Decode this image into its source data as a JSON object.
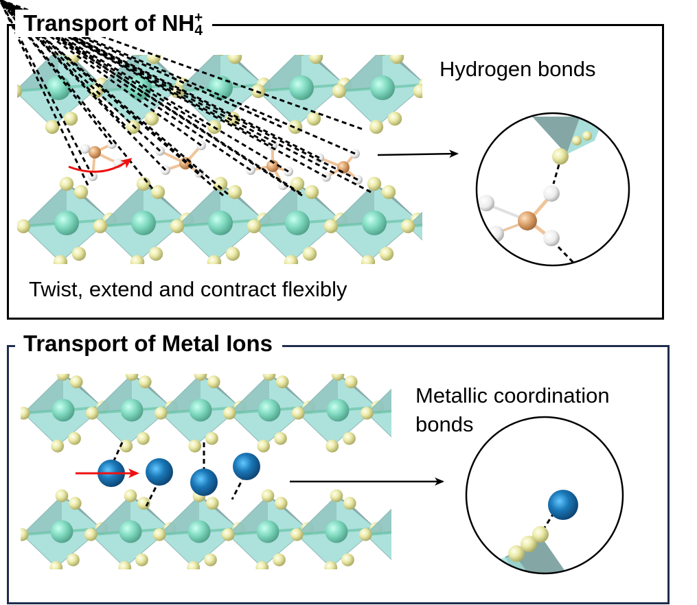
{
  "panels": {
    "top": {
      "title_main": "Transport of NH",
      "title_sub": "4",
      "title_sup": "+",
      "zoom_label": "Hydrogen bonds",
      "caption": "Twist, extend and contract flexibly",
      "border_color": "#000000",
      "ion": "ammonium (NH4+)",
      "motion": "rotational (curved red arrow)"
    },
    "bottom": {
      "title": "Transport of Metal Ions",
      "zoom_label": "Metallic coordination bonds",
      "border_color": "#1f2d4d",
      "ion": "metal cation",
      "motion": "linear (straight red arrow)"
    }
  },
  "colors": {
    "octahedron_fill": "#9fdcd6",
    "octahedron_dark": "#6f9896",
    "center_atom": "#6fd6b4",
    "anion_atom": "#e8e79a",
    "nitrogen_atom": "#d9a06a",
    "hydrogen_atom": "#f2f2f2",
    "metal_ion": "#1a78b8",
    "motion_arrow": "#ee1111",
    "bond_dash": "#000000"
  },
  "icons": {
    "rotation_arrow": "curved-arrow-icon",
    "translation_arrow": "straight-arrow-icon",
    "zoom_pointer": "right-arrow-icon"
  }
}
